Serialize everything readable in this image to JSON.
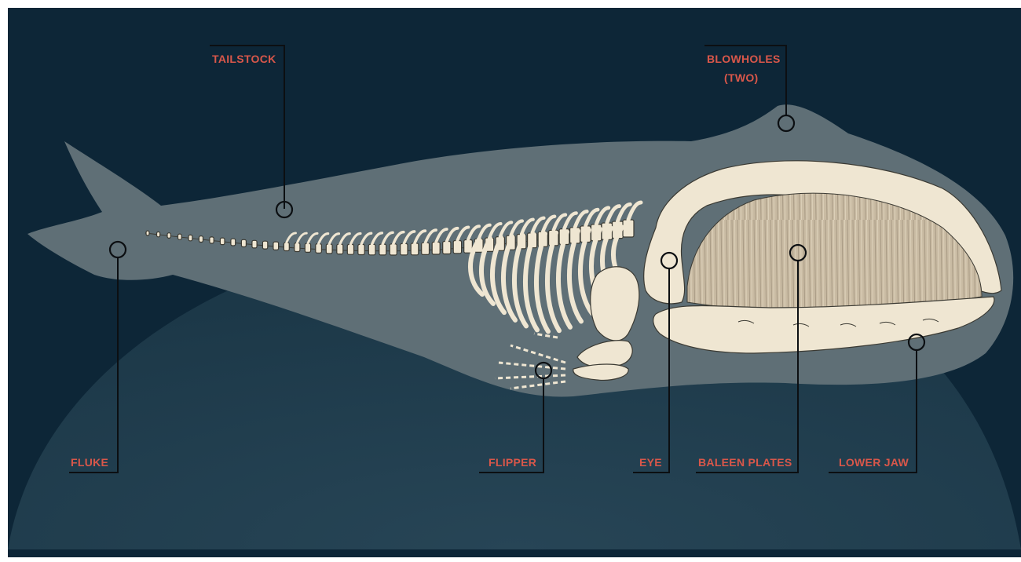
{
  "title": "",
  "colors": {
    "background_dark": "#0d2637",
    "background_glow": "#1e3a4a",
    "body": "#5f6f76",
    "bone": "#efe6d2",
    "baleen": "#c9bba3",
    "label": "#d9574a",
    "line": "#0c0f12"
  },
  "labels": {
    "tailstock": "TAILSTOCK",
    "blowholes_line1": "BLOWHOLES",
    "blowholes_line2": "(TWO)",
    "fluke": "FLUKE",
    "flipper": "FLIPPER",
    "eye": "EYE",
    "baleen_plates": "BALEEN PLATES",
    "lower_jaw": "LOWER JAW"
  }
}
